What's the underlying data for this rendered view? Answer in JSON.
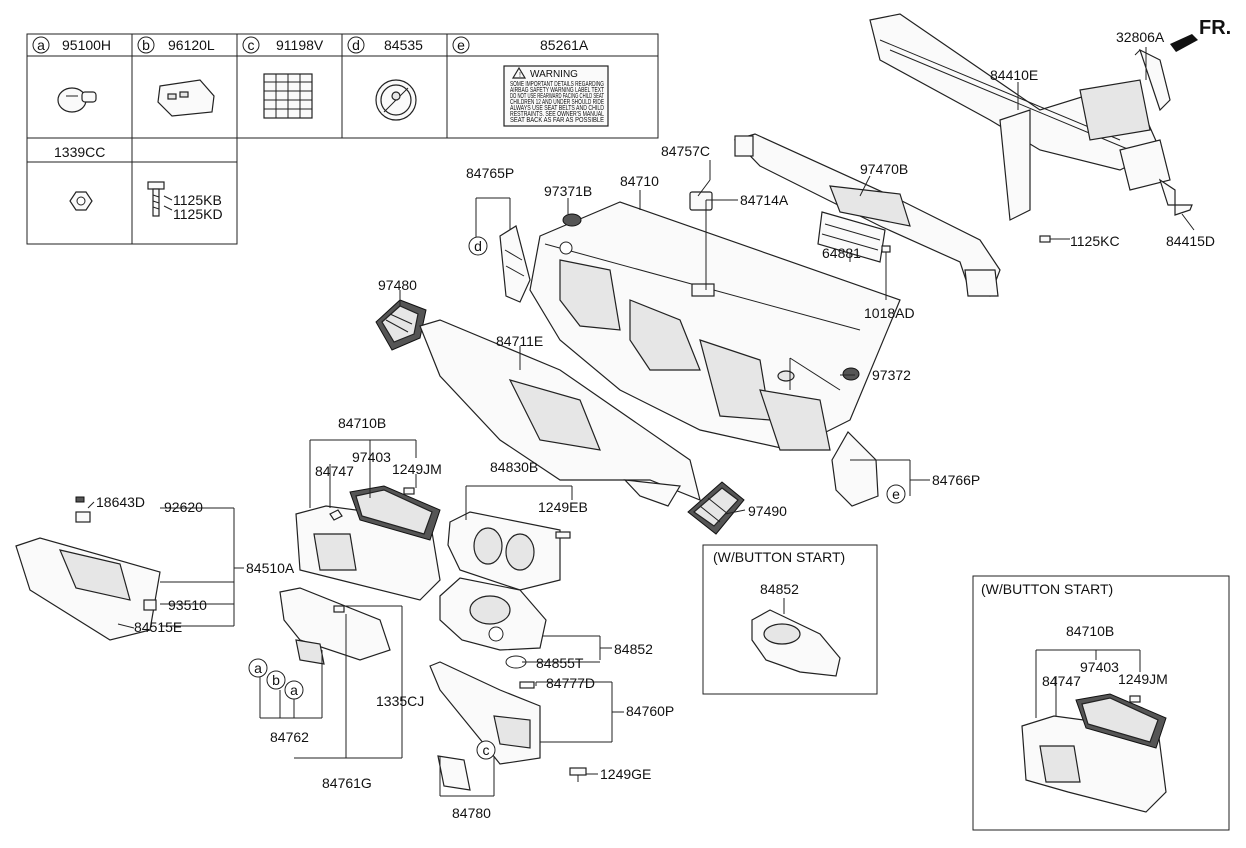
{
  "legend": {
    "a": {
      "letter": "a",
      "part": "95100H"
    },
    "b": {
      "letter": "b",
      "part": "96120L"
    },
    "c": {
      "letter": "c",
      "part": "91198V"
    },
    "d": {
      "letter": "d",
      "part": "84535"
    },
    "e": {
      "letter": "e",
      "part": "85261A"
    },
    "nut": "1339CC",
    "bolt1": "1125KB",
    "bolt2": "1125KD"
  },
  "warning_label": {
    "title": "WARNING",
    "lines": [
      "SOME IMPORTANT DETAILS REGARDING",
      "AIRBAG SAFETY WARNING LABEL TEXT",
      "DO NOT USE REARWARD FACING CHILD SEAT",
      "CHILDREN 12 AND UNDER SHOULD RIDE",
      "ALWAYS USE SEAT BELTS AND CHILD",
      "RESTRAINTS. SEE OWNER'S MANUAL",
      "SEAT BACK AS FAR AS POSSIBLE"
    ]
  },
  "front_indicator": "FR.",
  "parts": {
    "p32806A": "32806A",
    "p84410E": "84410E",
    "p84757C": "84757C",
    "p97470B": "97470B",
    "p84765P": "84765P",
    "p97371B": "97371B",
    "p84710": "84710",
    "p84714A": "84714A",
    "p1125KC": "1125KC",
    "p84415D": "84415D",
    "p64881": "64881",
    "p1018AD": "1018AD",
    "p97480": "97480",
    "p84711E": "84711E",
    "p97372": "97372",
    "p84710B": "84710B",
    "p84747": "84747",
    "p97403": "97403",
    "p1249JM": "1249JM",
    "p84830B": "84830B",
    "p1249EB": "1249EB",
    "p97490": "97490",
    "p84766P": "84766P",
    "p18643D": "18643D",
    "p92620": "92620",
    "p84510A": "84510A",
    "p93510": "93510",
    "p84515E": "84515E",
    "p84852": "84852",
    "p84855T": "84855T",
    "p84777D": "84777D",
    "p84760P": "84760P",
    "p1335CJ": "1335CJ",
    "p84762": "84762",
    "p84761G": "84761G",
    "p1249GE": "1249GE",
    "p84780": "84780"
  },
  "callouts": {
    "d": "d",
    "e": "e",
    "a": "a",
    "b": "b",
    "c": "c"
  },
  "inset1": {
    "title": "(W/BUTTON START)",
    "part": "84852"
  },
  "inset2": {
    "title": "(W/BUTTON START)",
    "p84710B": "84710B",
    "p84747": "84747",
    "p97403": "97403",
    "p1249JM": "1249JM"
  }
}
